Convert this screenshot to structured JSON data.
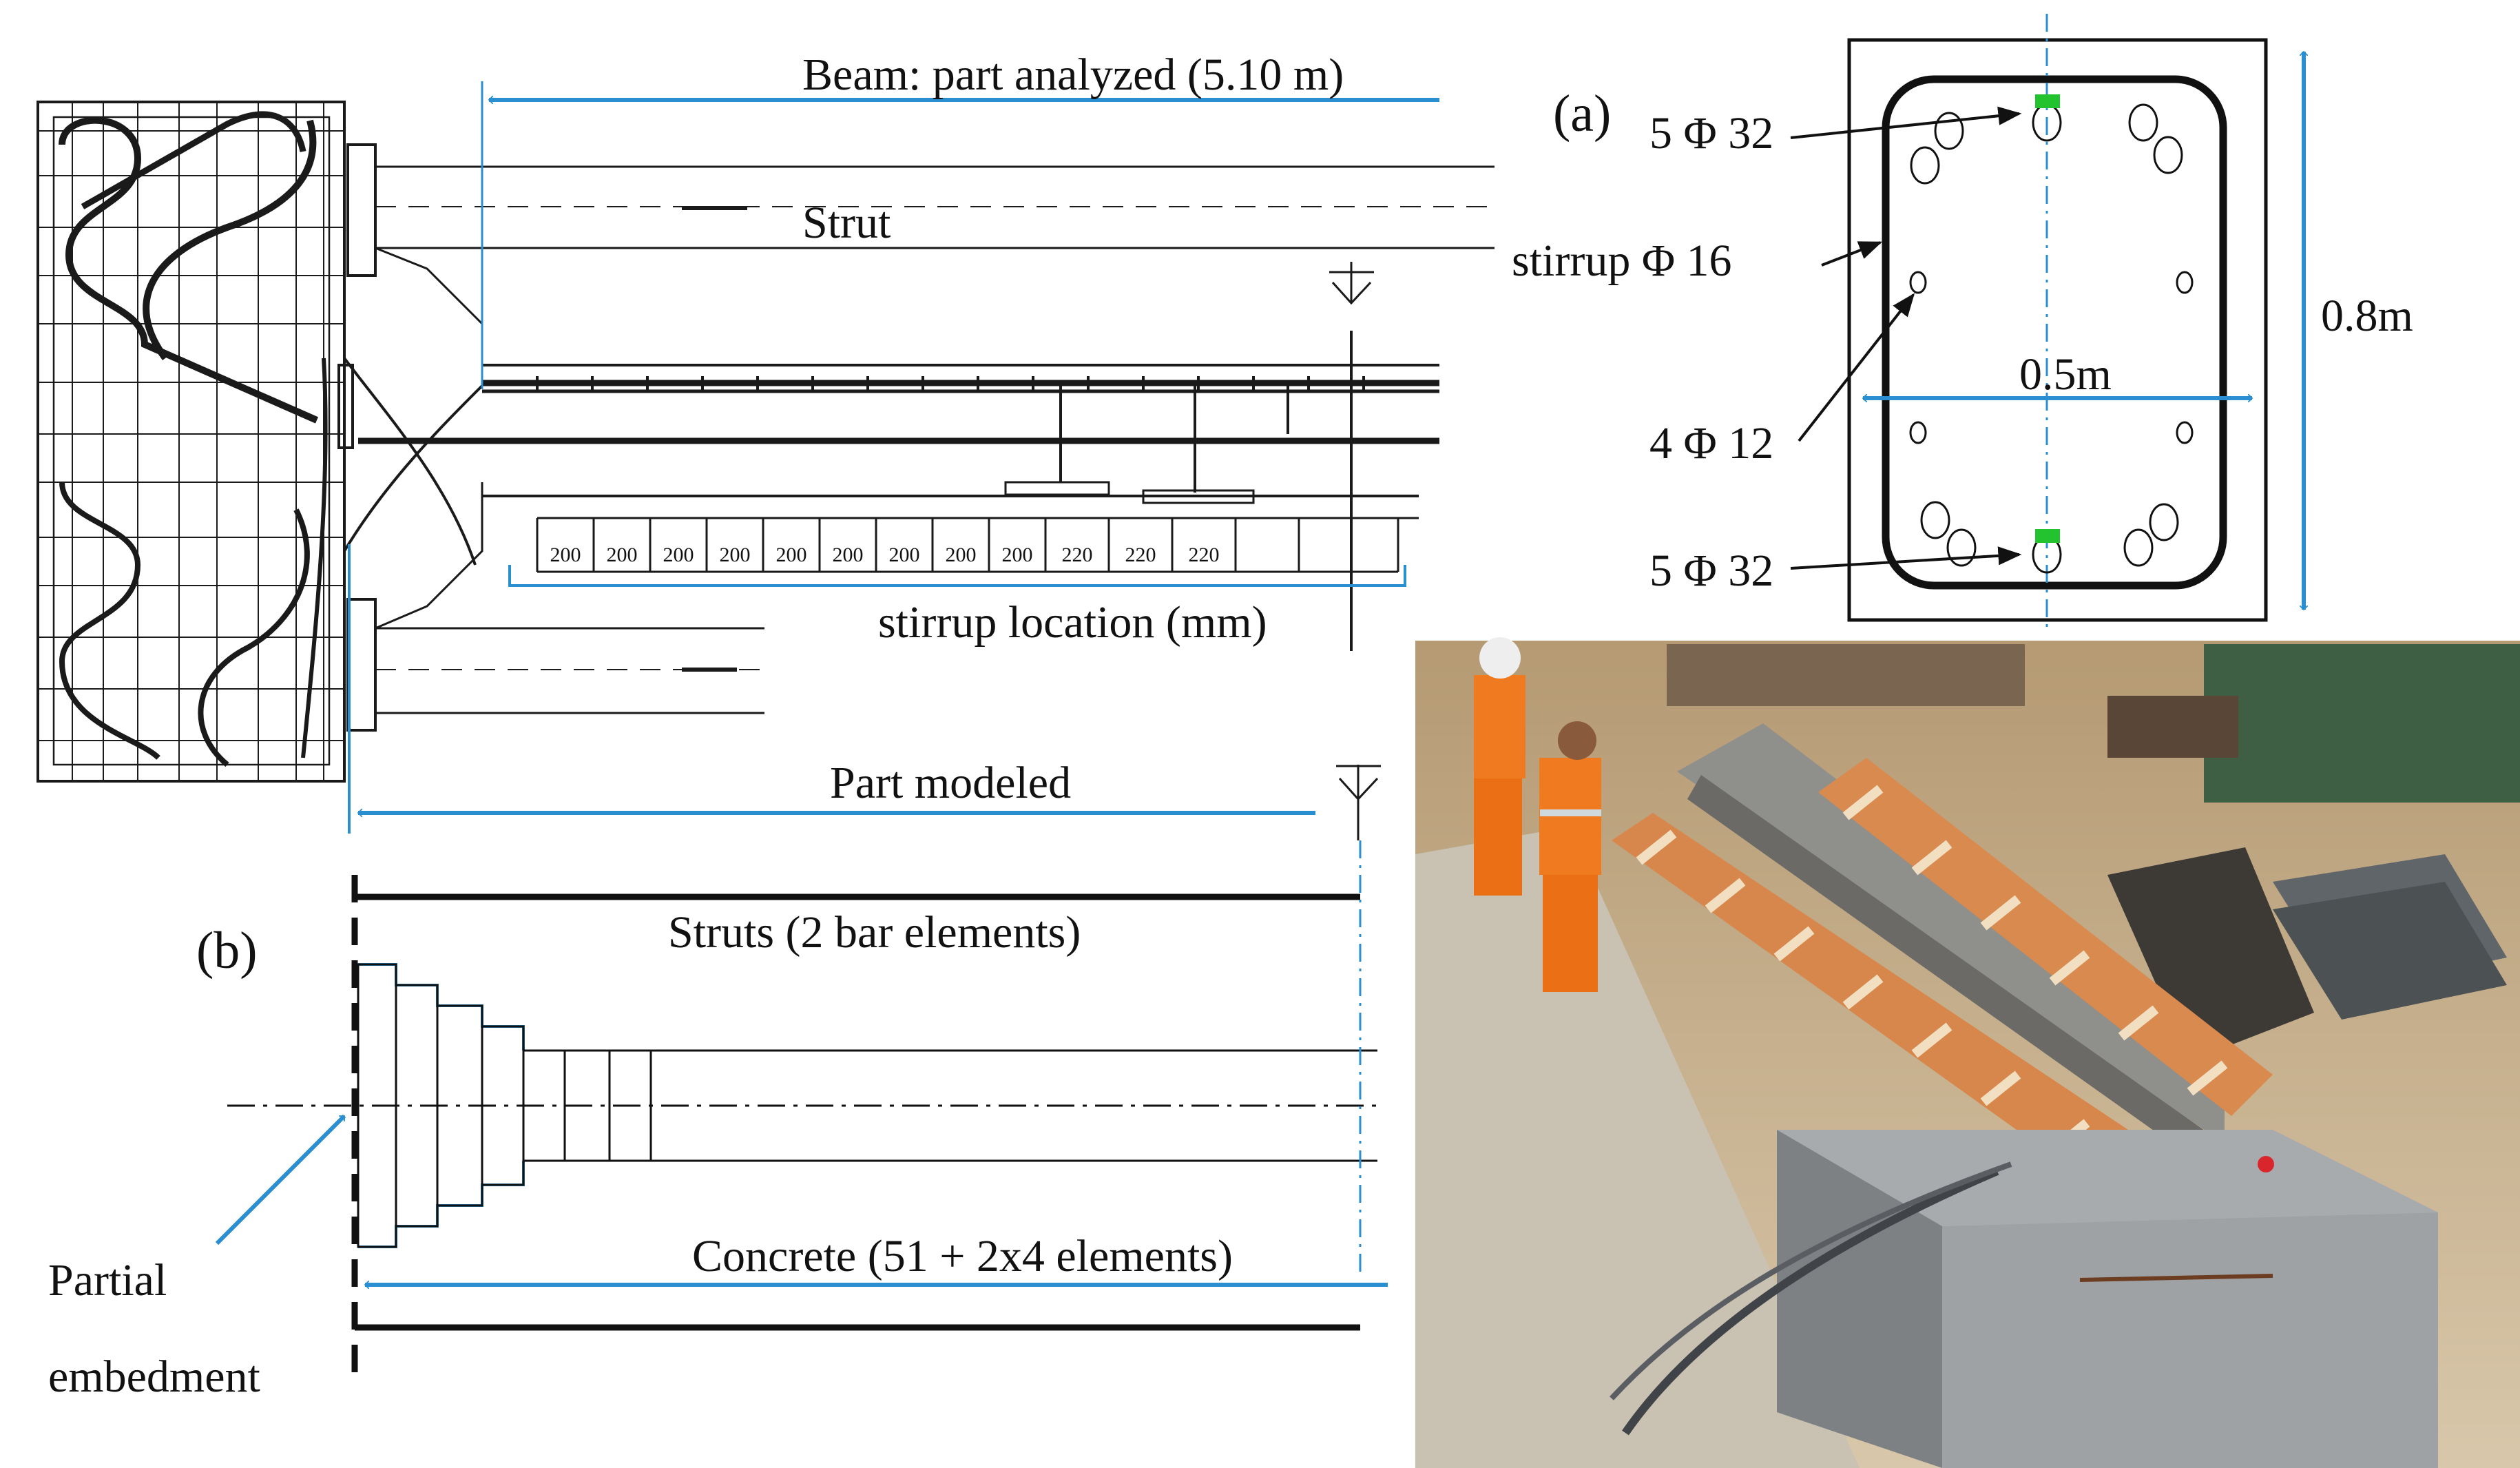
{
  "labels": {
    "beam_part_analyzed": "Beam: part analyzed (5.10 m)",
    "strut": "Strut",
    "stirrup_location": "stirrup location (mm)",
    "part_modeled": "Part modeled",
    "panel_a": "(a)",
    "panel_b": "(b)",
    "struts_elements": "Struts (2 bar elements)",
    "concrete_elements": "Concrete (51 + 2x4 elements)",
    "partial": "Partial",
    "embedment": "embedment"
  },
  "stirrup_spacings": [
    "200",
    "200",
    "200",
    "200",
    "200",
    "200",
    "200",
    "200",
    "200",
    "220",
    "220",
    "220"
  ],
  "section": {
    "top_bars": "5 Φ 32",
    "stirrup": "stirrup Φ 16",
    "side_bars": "4 Φ 12",
    "bottom_bars": "5 Φ 32",
    "width": "0.5m",
    "height": "0.8m"
  },
  "colors": {
    "accent_blue": "#2a8fd0",
    "gauge_green": "#22c32e",
    "ink": "#111111"
  },
  "photo": {
    "icon": "construction-site-photo"
  }
}
